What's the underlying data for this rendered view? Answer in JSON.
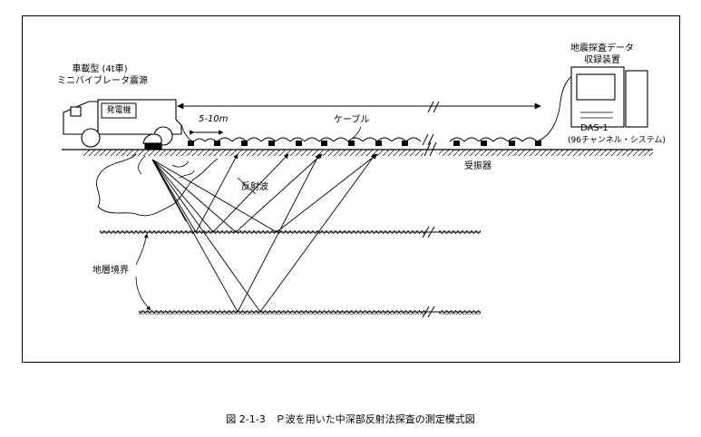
{
  "figure": {
    "caption": "図 2-1-3　Ｐ波を用いた中深部反射法探査の測定模式図"
  },
  "labels": {
    "source_line1": "車載型 (4t車)",
    "source_line2": "ミニバイブレータ震源",
    "generator": "発電機",
    "spacing": "5-10m",
    "cable": "ケーブル",
    "recorder_line1": "地震探査データ",
    "recorder_line2": "収録装置",
    "recorder_model": "DAS-1",
    "recorder_channels": "(96チャンネル・システム)",
    "geophone": "受振器",
    "reflected_wave": "反射波",
    "boundary": "地層境界"
  }
}
